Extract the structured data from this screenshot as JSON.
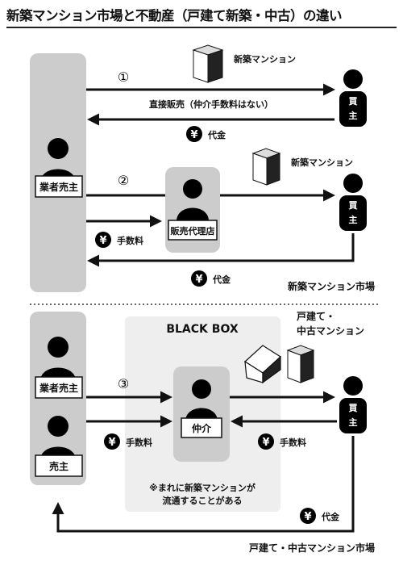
{
  "title": "新築マンション市場と不動産（戸建て新築・中古）の違い",
  "top": {
    "seller_label": "業者売主",
    "route1": {
      "number": "①",
      "product": "新築マンション",
      "note": "直接販売（仲介手数料はない）",
      "payment": "代金"
    },
    "route2": {
      "number": "②",
      "product": "新築マンション",
      "agent_label": "販売代理店",
      "fee": "手数料",
      "payment": "代金"
    },
    "buyer_label": "買主",
    "market_label": "新築マンション市場"
  },
  "bottom": {
    "blackbox_label": "BLACK BOX",
    "product_line1": "戸建て・",
    "product_line2": "中古マンション",
    "seller1_label": "業者売主",
    "seller2_label": "売主",
    "route3_number": "③",
    "broker_label": "仲介",
    "fee_left": "手数料",
    "fee_right": "手数料",
    "note_line1": "※まれに新築マンションが",
    "note_line2": "流通することがある",
    "payment": "代金",
    "buyer_label": "買主",
    "market_label": "戸建て・中古マンション市場"
  },
  "yen_symbol": "¥",
  "colors": {
    "panel": "#cccccc",
    "blackbox_bg": "#eeeeee",
    "ink": "#111111",
    "person": "#000000"
  }
}
